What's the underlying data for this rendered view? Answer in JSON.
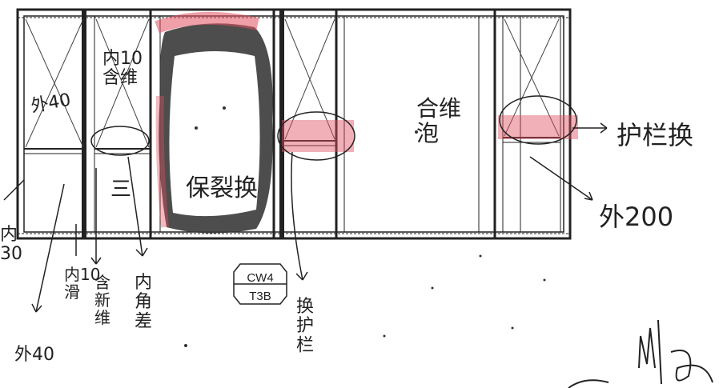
{
  "notes": {
    "outer_40_left": "外40",
    "inner_10_glass": "内10\n含维",
    "three": "三",
    "broken_glass": "保裂换",
    "glass_pan": "合维\n泡",
    "replace_frame": "护栏换",
    "outer_200": "外200",
    "inner_30": "内\n30",
    "inner_10_glass_b": "内10\n滑",
    "contains_glue": "含\n新\n维",
    "inner_cut": "内\n角\n差",
    "outer_40_bottom": "外40",
    "swap_guard": "换\n护\n栏"
  },
  "tag": {
    "top": "CW4",
    "bottom": "T3B"
  },
  "colors": {
    "ink": "#222222",
    "highlight_red": "#e05060",
    "smudge": "#3a3a3a"
  },
  "signature": "signature-scribble"
}
